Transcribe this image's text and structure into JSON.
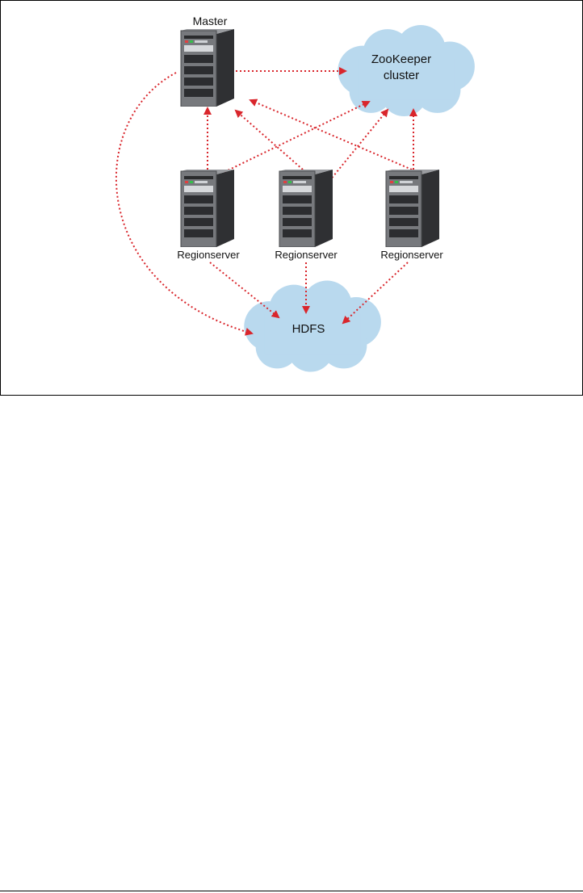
{
  "diagram": {
    "nodes": {
      "master": {
        "label": "Master",
        "icon": "server-icon"
      },
      "zookeeper": {
        "label_lines": [
          "ZooKeeper",
          "cluster"
        ],
        "icon": "cloud-icon"
      },
      "regionservers": [
        {
          "label": "Regionserver",
          "icon": "server-icon"
        },
        {
          "label": "Regionserver",
          "icon": "server-icon"
        },
        {
          "label": "Regionserver",
          "icon": "server-icon"
        }
      ],
      "hdfs": {
        "label": "HDFS",
        "icon": "cloud-icon"
      }
    },
    "edges": [
      {
        "from": "master",
        "to": "zookeeper"
      },
      {
        "from": "master",
        "to": "hdfs"
      },
      {
        "from": "regionserver-1",
        "to": "master"
      },
      {
        "from": "regionserver-2",
        "to": "master"
      },
      {
        "from": "regionserver-3",
        "to": "master"
      },
      {
        "from": "regionserver-1",
        "to": "zookeeper"
      },
      {
        "from": "regionserver-2",
        "to": "zookeeper"
      },
      {
        "from": "regionserver-3",
        "to": "zookeeper"
      },
      {
        "from": "regionserver-1",
        "to": "hdfs"
      },
      {
        "from": "regionserver-2",
        "to": "hdfs"
      },
      {
        "from": "regionserver-3",
        "to": "hdfs"
      }
    ],
    "colors": {
      "arrow": "#d9262c",
      "cloud": "#b9d9ee",
      "server_body": "#6d6f73",
      "server_side": "#3b3c3f"
    }
  }
}
